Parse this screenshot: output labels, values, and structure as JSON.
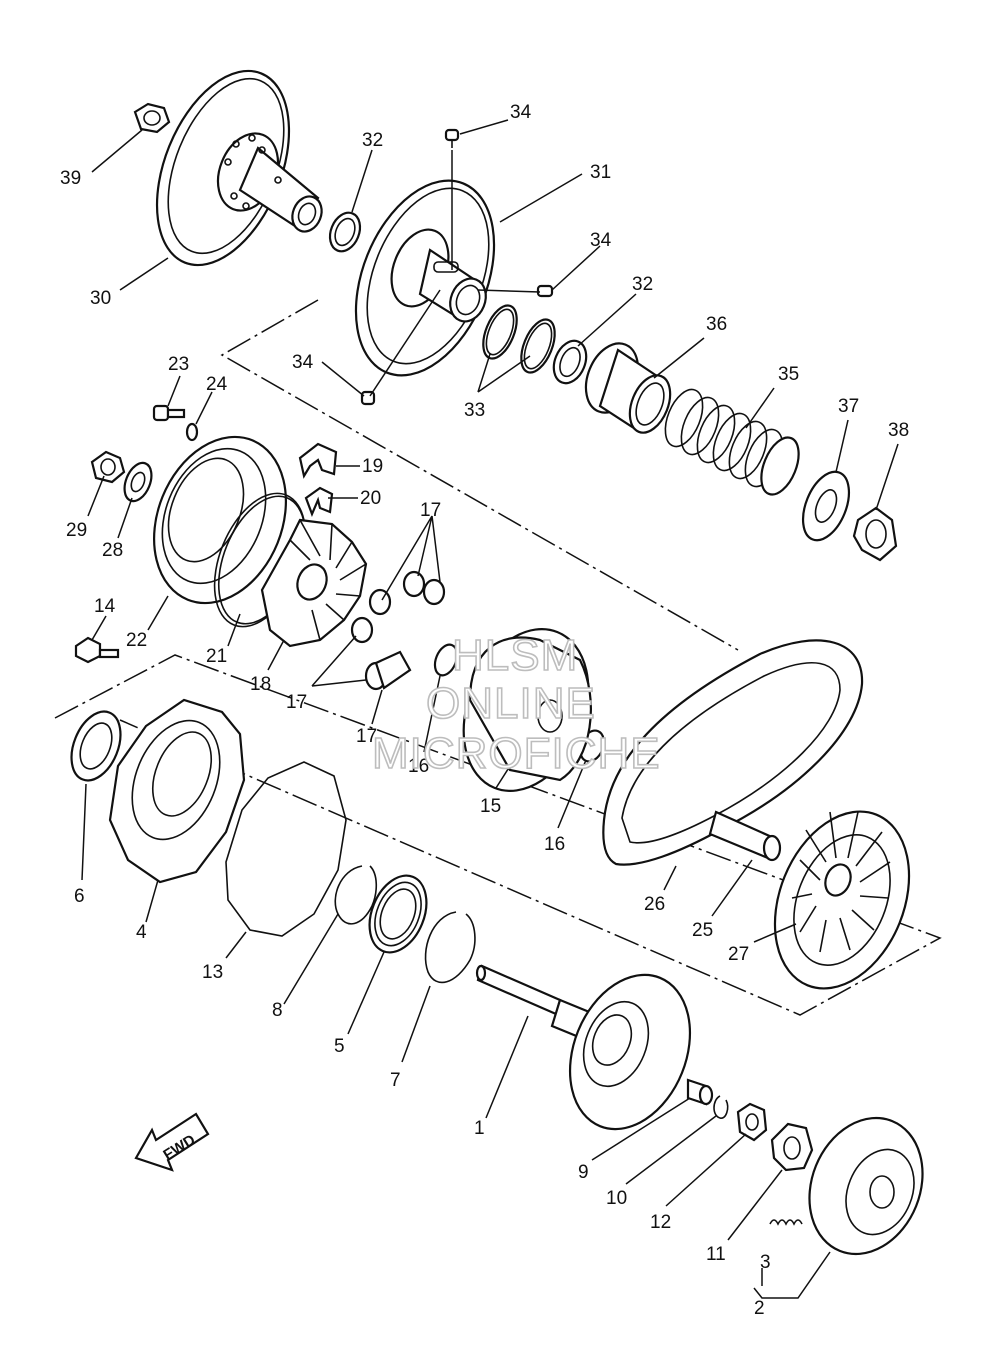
{
  "watermark": {
    "lines": [
      "HLSM",
      "ONLINE",
      "MICROFICHE"
    ],
    "color": "#bdbdbd"
  },
  "direction_arrow": {
    "label": "FWD"
  },
  "callouts": {
    "c1": "1",
    "c2": "2",
    "c3": "3",
    "c4": "4",
    "c5": "5",
    "c6": "6",
    "c7": "7",
    "c8": "8",
    "c9": "9",
    "c10": "10",
    "c11": "11",
    "c12": "12",
    "c13": "13",
    "c14": "14",
    "c15": "15",
    "c16a": "16",
    "c16b": "16",
    "c17a": "17",
    "c17b": "17",
    "c17c": "17",
    "c18": "18",
    "c19": "19",
    "c20": "20",
    "c21": "21",
    "c22": "22",
    "c23": "23",
    "c24": "24",
    "c25": "25",
    "c26": "26",
    "c27": "27",
    "c28": "28",
    "c29": "29",
    "c30": "30",
    "c31": "31",
    "c32a": "32",
    "c32b": "32",
    "c33": "33",
    "c34a": "34",
    "c34b": "34",
    "c34c": "34",
    "c35": "35",
    "c36": "36",
    "c37": "37",
    "c38": "38",
    "c39": "39"
  },
  "colors": {
    "line": "#111111",
    "background": "#ffffff"
  }
}
